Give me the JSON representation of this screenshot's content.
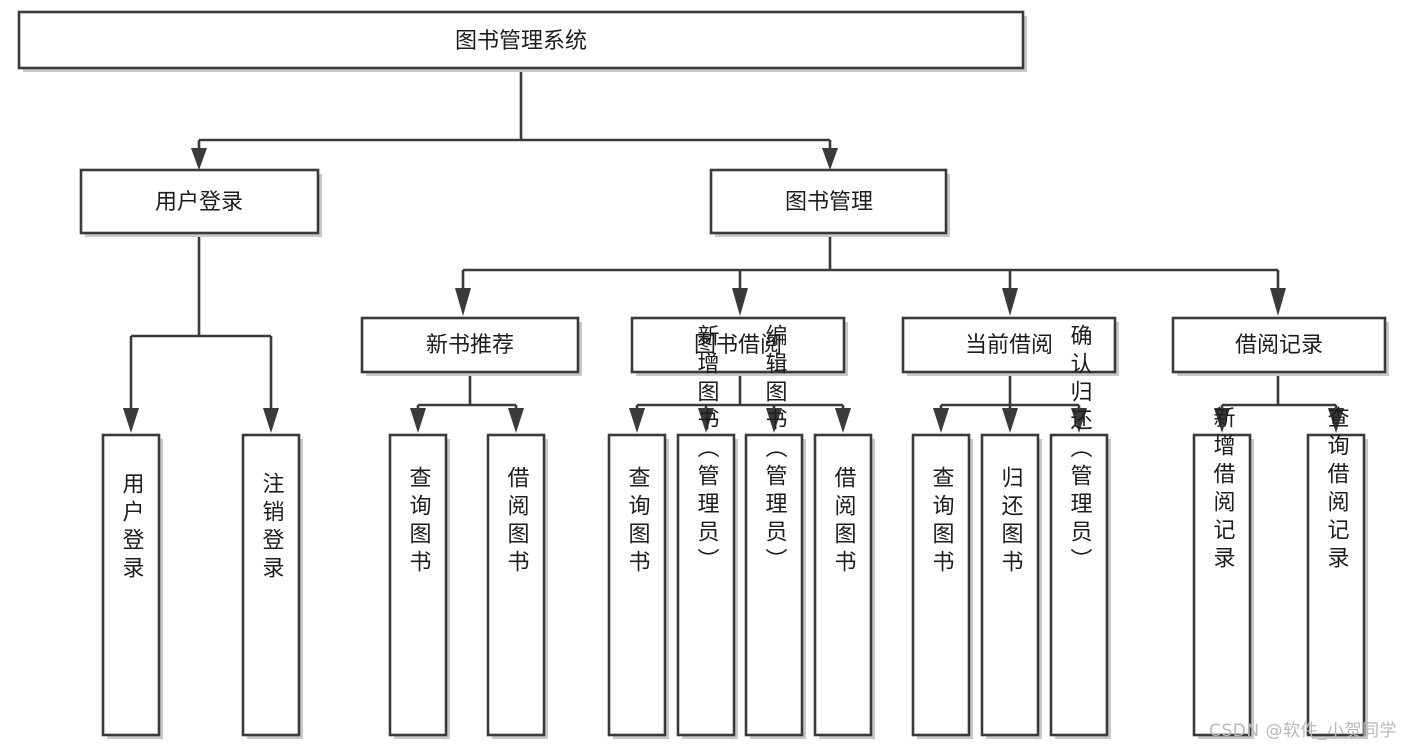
{
  "diagram": {
    "type": "tree",
    "title": "图书管理系统",
    "orientation": "top-down",
    "watermark": "CSDN @软件_小贺同学",
    "colors": {
      "stroke": "#3a3a3a",
      "fill": "#ffffff",
      "text": "#1d1d1d",
      "shadow": "#c9c9c9",
      "watermark": "#b9b9b9"
    },
    "nodes": {
      "root": {
        "label": "图书管理系统",
        "level": 0
      },
      "l1": [
        {
          "id": "user-login",
          "label": "用户登录"
        },
        {
          "id": "book-manage",
          "label": "图书管理"
        }
      ],
      "l2": [
        {
          "id": "new-book-recommend",
          "label": "新书推荐"
        },
        {
          "id": "book-borrow",
          "label": "图书借阅"
        },
        {
          "id": "current-borrow",
          "label": "当前借阅"
        },
        {
          "id": "borrow-record",
          "label": "借阅记录"
        }
      ],
      "leaves": {
        "user-login": [
          {
            "id": "leaf-user-login",
            "label": "用户登录"
          },
          {
            "id": "leaf-user-logout",
            "label": "注销登录"
          }
        ],
        "new-book-recommend": [
          {
            "id": "leaf-query-book-1",
            "label": "查询图书"
          },
          {
            "id": "leaf-borrow-book-1",
            "label": "借阅图书"
          }
        ],
        "book-borrow": [
          {
            "id": "leaf-query-book-2",
            "label": "查询图书"
          },
          {
            "id": "leaf-add-book",
            "label": "新增图书（管理员）"
          },
          {
            "id": "leaf-edit-book",
            "label": "编辑图书（管理员）"
          },
          {
            "id": "leaf-borrow-book-2",
            "label": "借阅图书"
          }
        ],
        "current-borrow": [
          {
            "id": "leaf-query-book-3",
            "label": "查询图书"
          },
          {
            "id": "leaf-return-book",
            "label": "归还图书"
          },
          {
            "id": "leaf-confirm-return",
            "label": "确认归还（管理员）"
          }
        ],
        "borrow-record": [
          {
            "id": "leaf-add-record",
            "label": "新增借阅记录"
          },
          {
            "id": "leaf-query-record",
            "label": "查询借阅记录"
          }
        ]
      }
    }
  }
}
